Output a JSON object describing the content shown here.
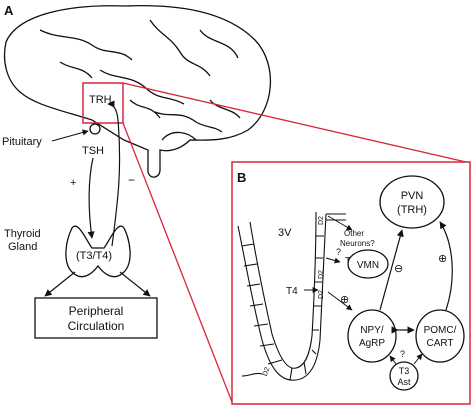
{
  "panel_a": {
    "letter": "A",
    "trh": "TRH",
    "pituitary": "Pituitary",
    "tsh": "TSH",
    "plus": "+",
    "minus": "−",
    "thyroid_line1": "Thyroid",
    "thyroid_line2": "Gland",
    "t3t4": "(T3/T4)",
    "peripheral_line1": "Peripheral",
    "peripheral_line2": "Circulation"
  },
  "panel_b": {
    "letter": "B",
    "ventricle": "3V",
    "pvn_line1": "PVN",
    "pvn_line2": "(TRH)",
    "other_line1": "Other",
    "other_line2": "Neurons?",
    "q1": "?",
    "t3": "T3",
    "vmn": "VMN",
    "t4": "T4",
    "d2a": "D2",
    "d2b": "D2",
    "d2c": "D2",
    "d2d": "D2",
    "plus": "⊕",
    "minus": "⊖",
    "plus2": "⊕",
    "npy_line1": "NPY/",
    "npy_line2": "AgRP",
    "pomc_line1": "POMC/",
    "pomc_line2": "CART",
    "q2": "?",
    "t3ast_line1": "T3",
    "t3ast_line2": "Ast"
  },
  "colors": {
    "highlight": "#d8263a",
    "ink": "#111111"
  }
}
